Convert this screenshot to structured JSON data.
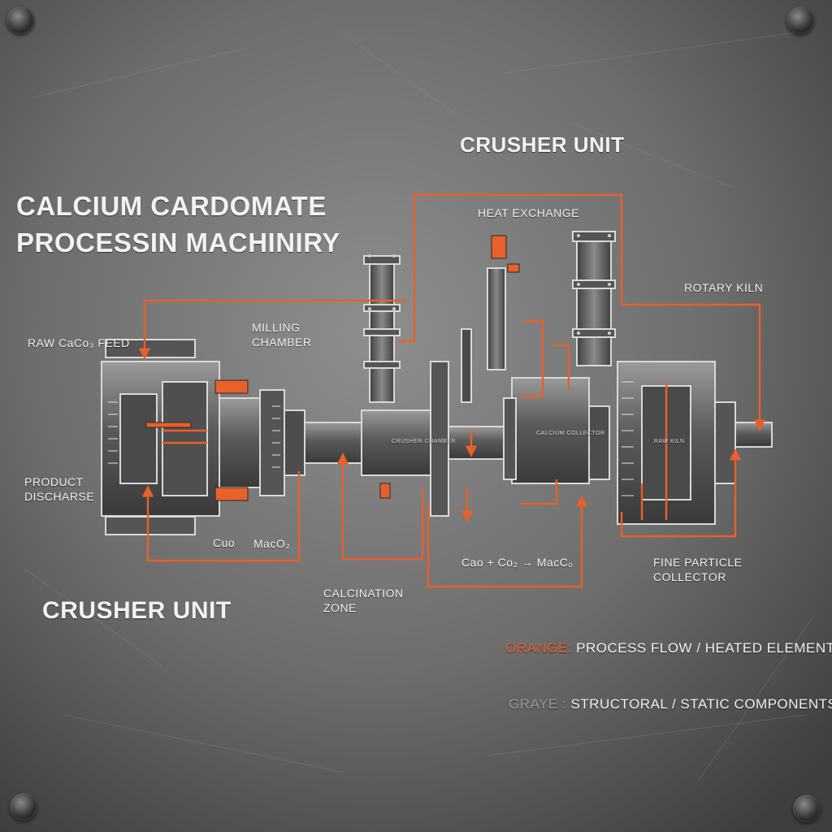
{
  "title": {
    "line1": "CALCIUM CARDOMATE",
    "line2": "PROCESSIN MACHINIRY"
  },
  "labels": {
    "crusher_top": "CRUSHER UNIT",
    "crusher_bottom": "CRUSHER UNIT",
    "heat_exchange": "HEAT EXCHANGE",
    "rotary_kiln": "ROTARY KILN",
    "raw_feed": "RAW CaCo₃ FEED",
    "milling_chamber_1": "MILLING",
    "milling_chamber_2": "CHAMBER",
    "product_discharge_1": "PRODUCT",
    "product_discharge_2": "DISCHARSE",
    "cuo": "Cuo",
    "maco2": "MacO₂",
    "calcination_1": "CALCINATION",
    "calcination_2": "ZONE",
    "equation": "Cao + Co₂ → MacC₀",
    "fine_particle_1": "FINE PARTICLE",
    "fine_particle_2": "COLLECTOR",
    "chamber_center": "CRUSHER CHAMBER",
    "chamber_right": "CALCIUM COLLECTOR",
    "chamber_kiln": "RAW KILN"
  },
  "legend": {
    "orange_key": "ORANGE:",
    "orange_text": "PROCESS FLOW / HEATED ELEMENTS",
    "gray_key": "GRAYE :",
    "gray_text": "STRUCTORAL / STATIC COMPONENTS"
  },
  "colors": {
    "process_flow": "#e8602a",
    "structural": "#d6d6d6",
    "plate": "#6c6c6c"
  }
}
